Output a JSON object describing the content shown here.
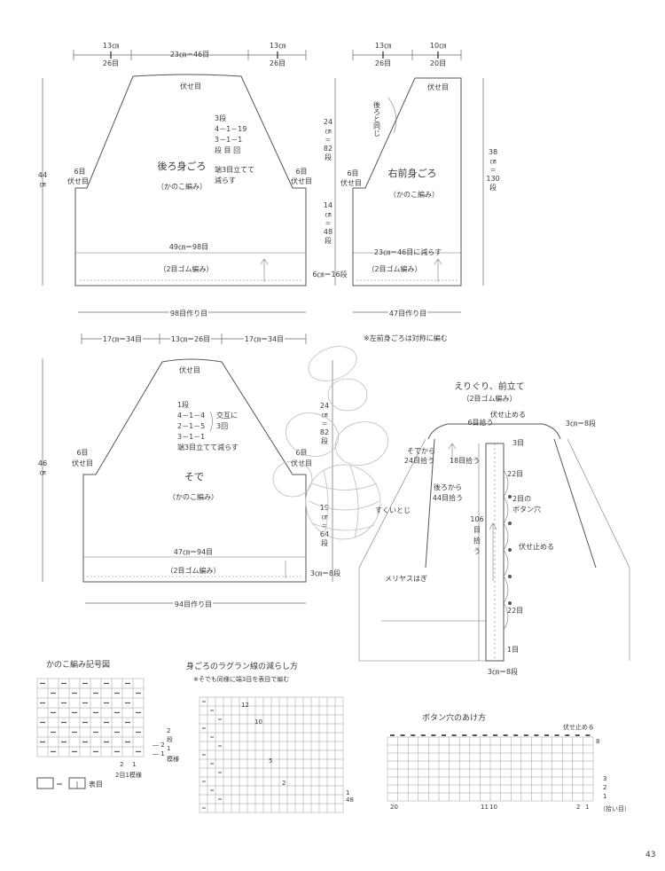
{
  "back": {
    "top_w1": "13㎝",
    "top_w1b": "26目",
    "top_mid": "23㎝＝46目",
    "top_w3": "13㎝",
    "top_w3b": "26目",
    "bind_off": "伏せ目",
    "height_a": "44",
    "height_b": "㎝",
    "side_l1": "6目",
    "side_l2": "伏せ目",
    "side_r1": "6目",
    "side_r2": "伏せ目",
    "dec_lines": [
      "3段",
      "4－1－19",
      "3－1－1",
      "段 目 回",
      "端3目立てて",
      "減らす"
    ],
    "title": "後ろ身ごろ",
    "stitch": "（かのこ編み）",
    "width_count": "49㎝＝98目",
    "rib": "（2目ゴム編み）",
    "cast_on": "98目作り目"
  },
  "mid": {
    "raglan_h": [
      "24",
      "㎝",
      "＝",
      "82",
      "段"
    ],
    "body_h": [
      "14",
      "㎝",
      "＝",
      "48",
      "段"
    ],
    "rib_h": "6㎝＝16段"
  },
  "front": {
    "top_w1": "13㎝",
    "top_w1b": "26目",
    "top_w2": "10㎝",
    "top_w2b": "20目",
    "bind_off": "伏せ目",
    "same_as_back": "後ろと同じ",
    "side1": "6目",
    "side2": "伏せ目",
    "title": "右前身ごろ",
    "stitch": "（かのこ編み）",
    "dec_count": "23㎝＝46目に減らす",
    "rib": "（2目ゴム編み）",
    "height": [
      "38",
      "㎝",
      "＝",
      "130",
      "段"
    ],
    "cast_on": "47目作り目",
    "note": "※左前身ごろは対称に編む"
  },
  "sleeve": {
    "top_w1": "17㎝＝34目",
    "top_mid": "13㎝＝26目",
    "top_w3": "17㎝＝34目",
    "bind_off": "伏せ目",
    "height_a": "46",
    "height_b": "㎝",
    "dec_lines": [
      "1段",
      "4－1－4",
      "2－1－5",
      "3－1－1",
      "端3目立てて減らす"
    ],
    "alt_lines": [
      "交互に",
      "3回"
    ],
    "side_l1": "6目",
    "side_l2": "伏せ目",
    "side_r1": "6目",
    "side_r2": "伏せ目",
    "title": "そで",
    "stitch": "（かのこ編み）",
    "raglan_h": [
      "24",
      "㎝",
      "＝",
      "82",
      "段"
    ],
    "body_h": [
      "19",
      "㎝",
      "＝",
      "64",
      "段"
    ],
    "width_count": "47㎝＝94目",
    "rib": "（2目ゴム編み）",
    "rib_h": "3㎝＝8段",
    "cast_on": "94目作り目"
  },
  "neck": {
    "title": "えりぐり、前立て",
    "subtitle": "（2目ゴム編み）",
    "pick6": "6目拾う",
    "bind_stop": "伏せ止める",
    "band_h": "3㎝＝8段",
    "sleeve_from1": "そでから",
    "sleeve_from2": "24目拾う",
    "pick18": "18目拾う",
    "r3": "3目",
    "back_from1": "後ろから",
    "back_from2": "44目拾う",
    "r22a": "22目",
    "btn1": "2目の",
    "btn2": "ボタン穴",
    "mattress": "すくいとじ",
    "bind_stop2": "伏せ止める",
    "pick106": [
      "106",
      "目",
      "拾",
      "う"
    ],
    "meriyasu": "メリヤスはぎ",
    "r22b": "22目",
    "r1": "1目",
    "bottom": "3㎝＝8段"
  },
  "kanoko": {
    "title": "かのこ編み記号図",
    "r2": "2",
    "r1": "1",
    "dan": "段",
    "moyou": "模様",
    "c2": "2",
    "c1": "1",
    "rep": "2目1模様",
    "legend_eq": "＝",
    "legend_sym": "|",
    "legend_lbl": "表目"
  },
  "raglan": {
    "title": "身ごろのラグラン線の減らし方",
    "note": "※そでも同様に端3目を表目で編む",
    "r12": "12",
    "r10": "10",
    "r5": "5",
    "r2": "2",
    "r1": "1",
    "r48": "48"
  },
  "buttonhole": {
    "title": "ボタン穴のあけ方",
    "bind_stop": "伏せ止める",
    "r8": "8",
    "r3": "3",
    "r2": "2",
    "r1": "1",
    "c20": "20",
    "c11": "11",
    "c10": "10",
    "c2": "2",
    "c1": "1",
    "pick_note": "（拾い目）"
  },
  "page_number": "43"
}
